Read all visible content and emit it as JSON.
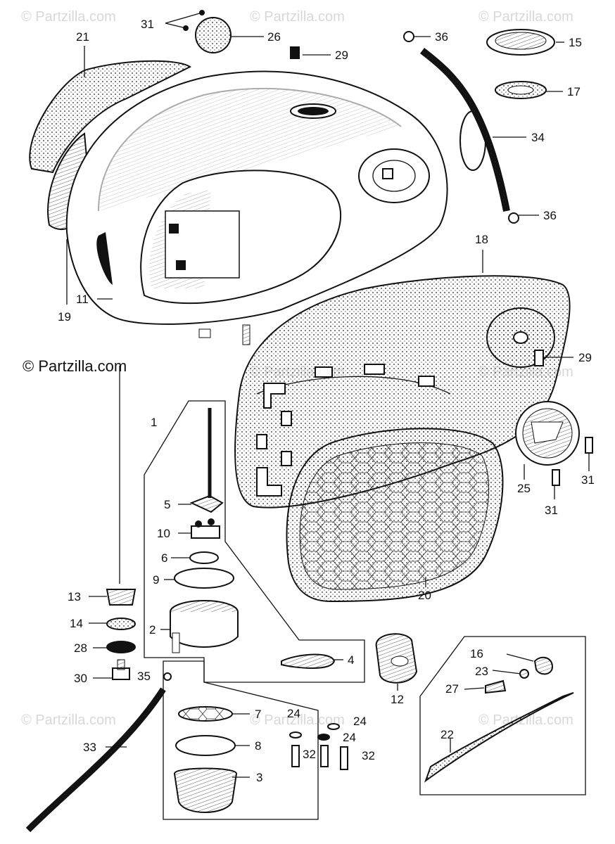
{
  "watermark": "© Partzilla.com",
  "copyright": "© Partzilla.com",
  "callouts": [
    "31",
    "26",
    "21",
    "29",
    "36",
    "15",
    "17",
    "34",
    "36",
    "18",
    "11",
    "19",
    "29",
    "25",
    "31",
    "31",
    "1",
    "5",
    "10",
    "6",
    "9",
    "13",
    "2",
    "14",
    "28",
    "4",
    "30",
    "35",
    "12",
    "16",
    "23",
    "27",
    "22",
    "7",
    "8",
    "3",
    "33",
    "24",
    "24",
    "24",
    "32",
    "32",
    "20"
  ],
  "colors": {
    "ink": "#111111",
    "watermark": "#d8d8d8",
    "paper": "#ffffff"
  }
}
